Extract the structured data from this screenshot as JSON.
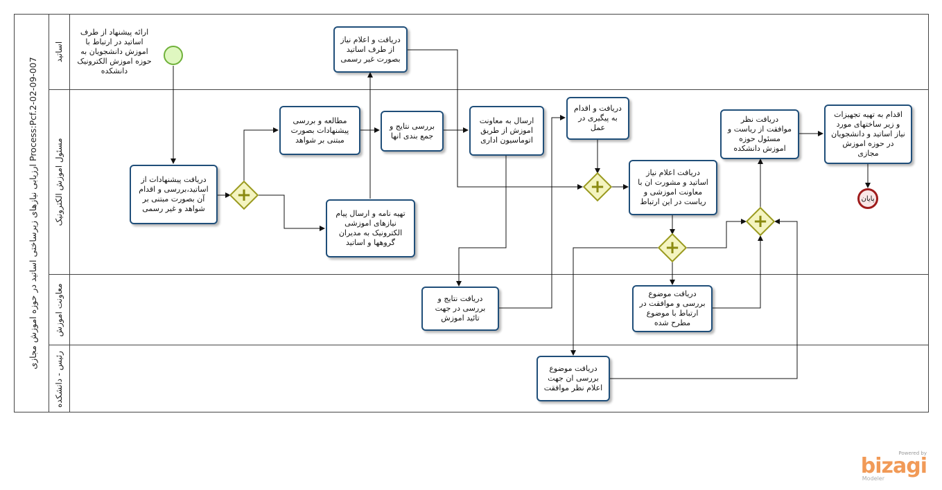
{
  "pool": {
    "title": "Process:Pcf.2-02-09-007 ارزیابی نیازهای زیرساختی اساتید در حوزه اموزش مجازی"
  },
  "lanes": [
    {
      "label": "اساتید"
    },
    {
      "label": "مسئول اموزش الکترونیک"
    },
    {
      "label": "معاونت اموزش"
    },
    {
      "label": "رئیس - دانشکده"
    }
  ],
  "notes": {
    "start_note": "ارائه پیشنهاد از طرف اساتید در ارتباط با اموزش دانشجویان به حوزه اموزش الکترونیک دانشکده"
  },
  "tasks": {
    "receive_suggestions": "دریافت پیشنهادات از اساتید،بررسی و اقدام آن بصورت مبتنی بر شواهد و غیر رسمی",
    "study_review": "مطالعه و بررسی پیشنهادات بصورت مبتنی بر شواهد",
    "prepare_letter": "تهیه نامه و ارسال پیام نیازهای اموزشی الکترونیک به مدیران گروهها و اساتید",
    "receive_need": "دریافت و اعلام نیاز از طرف اساتید بصورت غیر رسمی",
    "review_results": "بررسی نتایج و جمع بندی انها",
    "send_deputy": "ارسال به معاونت اموزش از طریق اتوماسیون اداری",
    "receive_followup": "دریافت و اقدام به پیگیری در عمل",
    "announce_need": "دریافت اعلام نیاز اساتید و مشورت ان با معاونت اموزشی و ریاست در این ارتباط",
    "approval_opinion": "دریافت نظر موافقت از ریاست و مسئول حوزه اموزش دانشکده",
    "provide_equipment": "اقدام به تهیه تجهیزات و زیر ساختهای مورد نیاز اساتید و دانشجویان در حوزه اموزش مجازی",
    "deputy_results": "دریافت نتایج و بررسی در جهت تائید اموزش",
    "deputy_topic": "دریافت موضوع بررسی و موافقت در ارتباط با موضوع مطرح شده",
    "dean_topic": "دریافت موضوع بررسی ان جهت اعلام نظر موافقت"
  },
  "events": {
    "end_label": "پایان"
  },
  "branding": {
    "powered_by": "Powered by",
    "brand": "bizagi",
    "product": "Modeler"
  },
  "colors": {
    "task_border": "#1f4e79",
    "gateway_fill": "#f4f4c0",
    "gateway_border": "#9a9a20",
    "start_fill": "#dff7c0",
    "end_border": "#9e1b1b",
    "brand": "#f19a57"
  }
}
